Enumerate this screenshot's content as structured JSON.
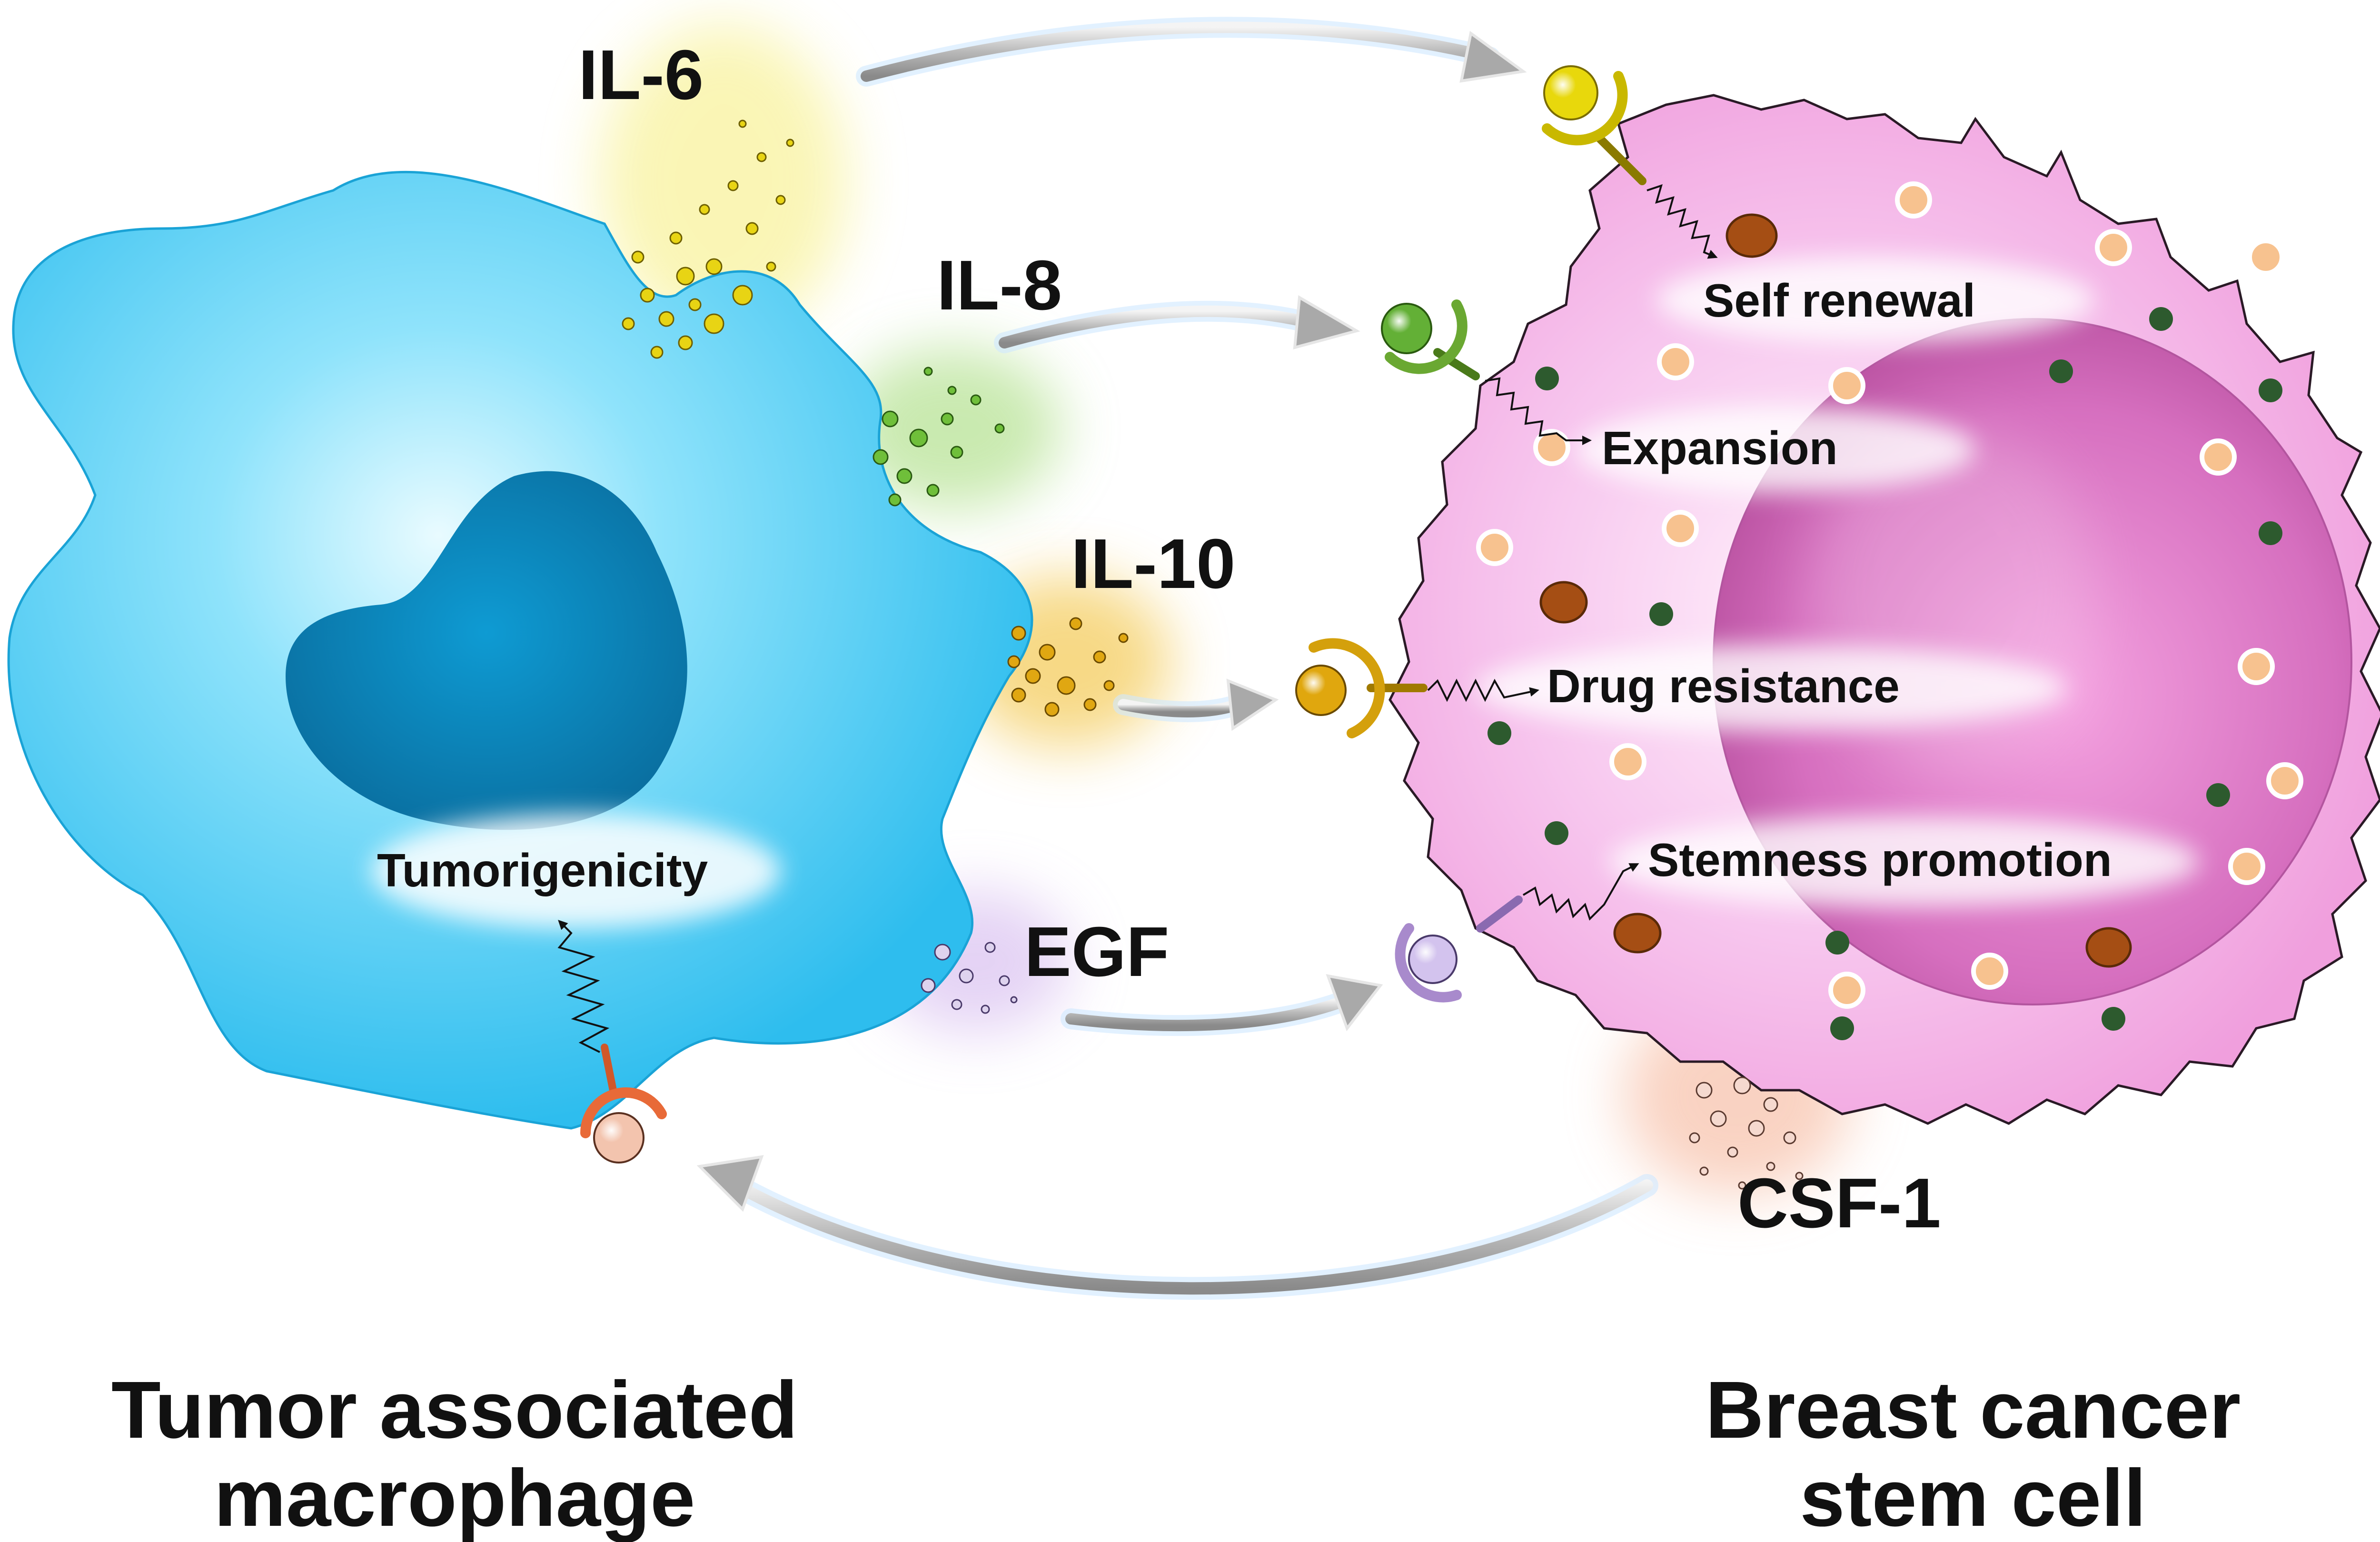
{
  "cytokines": {
    "il6": "IL-6",
    "il8": "IL-8",
    "il10": "IL-10",
    "egf": "EGF",
    "csf1": "CSF-1"
  },
  "effects": {
    "self_renewal": "Self renewal",
    "expansion": "Expansion",
    "drug_resistance": "Drug resistance",
    "stemness": "Stemness promotion",
    "tumorigenicity": "Tumorigenicity"
  },
  "cells": {
    "macrophage": {
      "line1": "Tumor associated",
      "line2": "macrophage"
    },
    "cancer_stem": {
      "line1": "Breast cancer",
      "line2": "stem cell"
    }
  },
  "colors": {
    "macrophage_body": "#2dbff0",
    "macrophage_nucleus": "#0b7fb3",
    "cancer_body": "#f2a6e2",
    "cancer_nucleus": "#d868be",
    "il6": "#e6d616",
    "il8": "#6fbf3a",
    "il10": "#e0a712",
    "egf": "#b89ad8",
    "csf1": "#f3b39a"
  }
}
